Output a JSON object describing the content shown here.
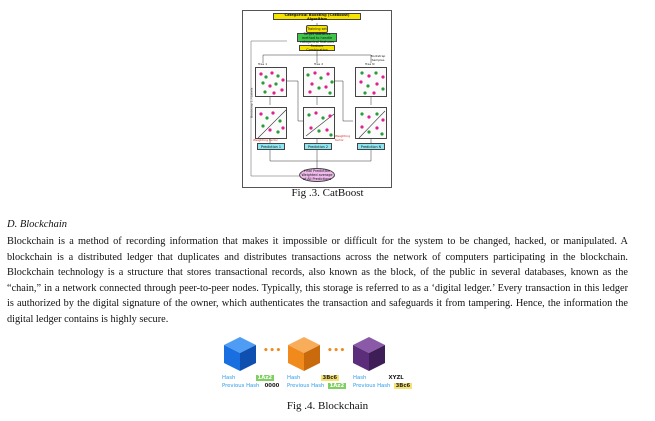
{
  "figure3": {
    "title": "Categorical Boosting (CatBoost) Algorithm",
    "start_node": "Training set",
    "target_stats_node": "Target statistics method to handle categorical features",
    "feature_node": "Feature Combination",
    "bootstrap_label": "Bootstrap Samples",
    "tree_labels": [
      "Tree 1",
      "Tree 2",
      "Tree N"
    ],
    "side_label": "Bootstrap 1 / Labels",
    "weighting_left": "Weighting factor",
    "weighting_right": "Weighting factor",
    "prediction_labels": [
      "Prediction 1",
      "Prediction 2",
      "Prediction N"
    ],
    "final_node": "Final Prediction Weighted average of All Predictions",
    "caption": "Fig .3. CatBoost",
    "colors": {
      "yellow": "#f7e300",
      "green": "#3ec64b",
      "cyan": "#8ee6f2",
      "pink": "#efb9ec"
    }
  },
  "section": {
    "heading": "D.  Blockchain",
    "paragraph": "Blockchain is a method of recording information that makes it impossible or difficult for the system to be changed, hacked, or manipulated. A blockchain is a distributed ledger that duplicates and distributes transactions across the network of computers participating in the blockchain. Blockchain technology is a structure that stores transactional records, also known as the block, of the public in several databases, known as the “chain,” in a network connected through peer-to-peer nodes. Typically, this storage is referred to as a ‘digital ledger.’ Every transaction in this ledger is authorized by the digital signature of the owner, which authenticates the transaction and safeguards it from tampering. Hence, the information the digital ledger contains is highly secure."
  },
  "figure4": {
    "blocks": [
      {
        "hash_label": "Hash",
        "hash": "1Az2",
        "prev_label": "Previous Hash",
        "prev": "0000",
        "color": "#1a6fe0"
      },
      {
        "hash_label": "Hash",
        "hash": "3Bc6",
        "prev_label": "Previous Hash",
        "prev": "1Az2",
        "color": "#f08a1c"
      },
      {
        "hash_label": "Hash",
        "hash": "XYZL",
        "prev_label": "Previous Hash",
        "prev": "3Bc6",
        "color": "#5b2d7a"
      }
    ],
    "connector": "•••",
    "caption": "Fig .4. Blockchain"
  }
}
